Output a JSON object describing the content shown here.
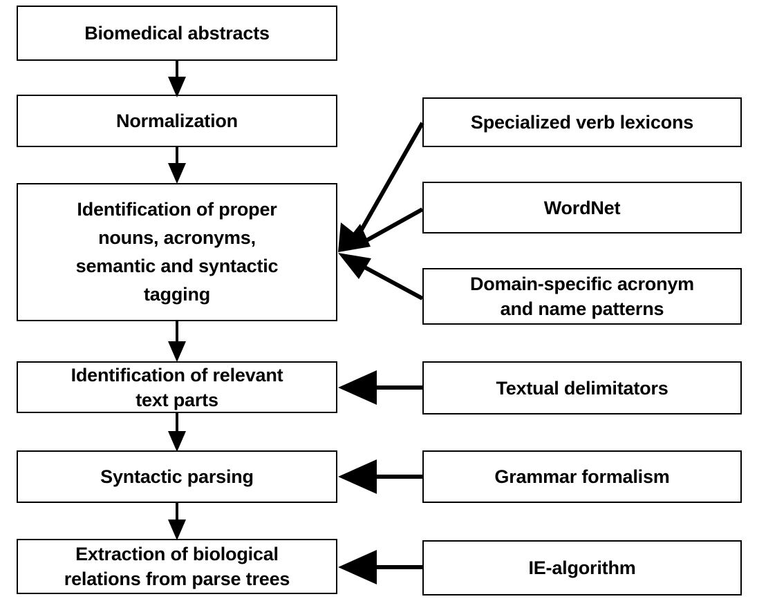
{
  "diagram": {
    "title": "Biomedical information extraction pipeline flowchart",
    "stroke_color": "#000000",
    "fill_color": "#ffffff",
    "pipeline": [
      {
        "id": "biomedical-abstracts",
        "label": "Biomedical abstracts"
      },
      {
        "id": "normalization",
        "label": "Normalization"
      },
      {
        "id": "identification-proper-nouns",
        "label": "Identification of proper\nnouns, acronyms,\nsemantic and syntactic\ntagging"
      },
      {
        "id": "identification-relevant-text",
        "label": "Identification of relevant\ntext parts"
      },
      {
        "id": "syntactic-parsing",
        "label": "Syntactic parsing"
      },
      {
        "id": "extraction-biological-relations",
        "label": "Extraction of biological\nrelations from parse trees"
      }
    ],
    "resources": [
      {
        "id": "specialized-verb-lexicons",
        "label": "Specialized verb lexicons"
      },
      {
        "id": "wordnet",
        "label": "WordNet"
      },
      {
        "id": "domain-specific-patterns",
        "label": "Domain-specific acronym\nand name patterns"
      },
      {
        "id": "textual-delimitators",
        "label": "Textual delimitators"
      },
      {
        "id": "grammar-formalism",
        "label": "Grammar formalism"
      },
      {
        "id": "ie-algorithm",
        "label": "IE-algorithm"
      }
    ],
    "edges": [
      {
        "id": "edge-abstracts-to-normalization",
        "from": "biomedical-abstracts",
        "to": "normalization",
        "kind": "vertical"
      },
      {
        "id": "edge-normalization-to-identification",
        "from": "normalization",
        "to": "identification-proper-nouns",
        "kind": "vertical"
      },
      {
        "id": "edge-identification-to-relevant-text",
        "from": "identification-proper-nouns",
        "to": "identification-relevant-text",
        "kind": "vertical"
      },
      {
        "id": "edge-relevant-text-to-parsing",
        "from": "identification-relevant-text",
        "to": "syntactic-parsing",
        "kind": "vertical"
      },
      {
        "id": "edge-parsing-to-extraction",
        "from": "syntactic-parsing",
        "to": "extraction-biological-relations",
        "kind": "vertical"
      },
      {
        "id": "edge-verb-lexicons-to-identification",
        "from": "specialized-verb-lexicons",
        "to": "identification-proper-nouns",
        "kind": "diagonal"
      },
      {
        "id": "edge-wordnet-to-identification",
        "from": "wordnet",
        "to": "identification-proper-nouns",
        "kind": "diagonal"
      },
      {
        "id": "edge-domain-patterns-to-identification",
        "from": "domain-specific-patterns",
        "to": "identification-proper-nouns",
        "kind": "diagonal"
      },
      {
        "id": "edge-delimitators-to-relevant-text",
        "from": "textual-delimitators",
        "to": "identification-relevant-text",
        "kind": "horizontal"
      },
      {
        "id": "edge-grammar-to-parsing",
        "from": "grammar-formalism",
        "to": "syntactic-parsing",
        "kind": "horizontal"
      },
      {
        "id": "edge-ie-algorithm-to-extraction",
        "from": "ie-algorithm",
        "to": "extraction-biological-relations",
        "kind": "horizontal"
      }
    ]
  }
}
